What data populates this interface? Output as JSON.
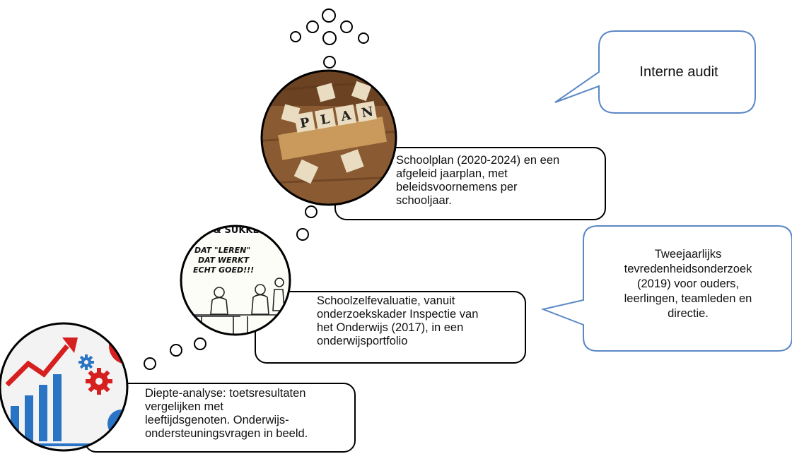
{
  "colors": {
    "callout_border": "#5b87c5",
    "box_border": "#000000",
    "bubble_border": "#000000",
    "wood": "#8a5a32",
    "tile": "#e9dcc1",
    "chart_blue": "#2a74c5",
    "chart_red": "#d62020"
  },
  "callouts": {
    "internal_audit": "Interne audit",
    "satisfaction_survey": "Tweejaarlijks\ntevredenheidsonderzoek\n(2019) voor ouders,\nleerlingen, teamleden en\ndirectie."
  },
  "steps": [
    {
      "id": "school-plan",
      "text": " Schoolplan (2020-2024) en een\nafgeleid jaarplan, met\nbeleidsvoornemens per\nschooljaar.",
      "image_icon": "scrabble-plan-photo",
      "image_text": [
        "P",
        "L",
        "A",
        "N"
      ]
    },
    {
      "id": "self-evaluation",
      "text": "Schoolzelfevaluatie, vanuit\nonderzoekskader Inspectie van\nhet Onderwijs (2017), in een\nonderwijsportfolio",
      "image_icon": "cartoon-classroom",
      "image_text": [
        "KKE & SUKKE",
        "DAT \"LEREN\"",
        "DAT WERKT",
        "ECHT GOED!!!"
      ]
    },
    {
      "id": "deep-analysis",
      "text": "Diepte-analyse: toetsresultaten\nvergelijken met\nleeftijdsgenoten. Onderwijs-\nondersteuningsvragen in beeld.",
      "image_icon": "growth-chart-gears-icon"
    }
  ]
}
